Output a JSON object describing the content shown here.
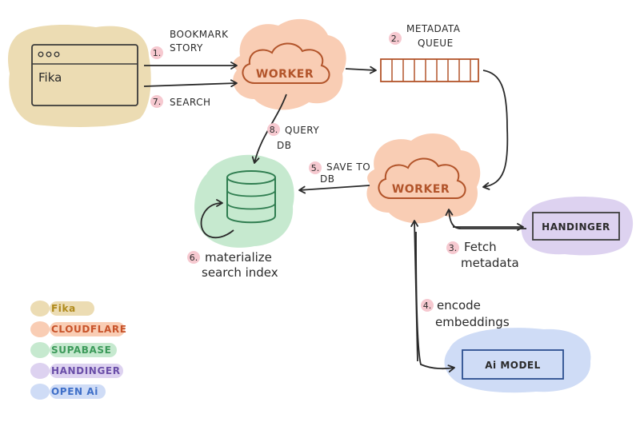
{
  "app": {
    "title": "Fika"
  },
  "nodes": {
    "worker_top": {
      "label": "WORKER"
    },
    "worker_mid": {
      "label": "WORKER"
    },
    "handinger": {
      "label": "HANDINGER"
    },
    "ai_model": {
      "label": "Ai MODEL"
    }
  },
  "steps": [
    {
      "num": "1.",
      "lines": [
        "BOOKMARK",
        "STORY"
      ]
    },
    {
      "num": "2.",
      "lines": [
        "METADATA",
        "QUEUE"
      ]
    },
    {
      "num": "3.",
      "lines": [
        "Fetch",
        "metadata"
      ]
    },
    {
      "num": "4.",
      "lines": [
        "encode",
        "embeddings"
      ]
    },
    {
      "num": "5.",
      "lines": [
        "SAVE TO",
        "DB"
      ]
    },
    {
      "num": "6.",
      "lines": [
        "materialize",
        "search index"
      ]
    },
    {
      "num": "7.",
      "lines": [
        "SEARCH"
      ]
    },
    {
      "num": "8.",
      "lines": [
        "QUERY",
        "DB"
      ]
    }
  ],
  "legend": [
    {
      "label": "Fika",
      "bubble": "#ecdcb3",
      "text": "#b08a1c"
    },
    {
      "label": "CLOUDFLARE",
      "bubble": "#f9cdb4",
      "text": "#c8532a"
    },
    {
      "label": "SUPABASE",
      "bubble": "#c6e9cf",
      "text": "#3c9a5a"
    },
    {
      "label": "HANDINGER",
      "bubble": "#ddd2f0",
      "text": "#6a4ea8"
    },
    {
      "label": "OPEN Ai",
      "bubble": "#cfdcf6",
      "text": "#3f6fc8"
    }
  ],
  "colors": {
    "fika": "#ecdcb3",
    "cloudflare": "#f9cdb4",
    "supabase": "#c6e9cf",
    "handinger": "#ddd2f0",
    "openai": "#cfdcf6",
    "step_dot": "#f6c9d0",
    "ink": "#2a2a2a",
    "worker_stroke": "#b2542a",
    "db_stroke": "#2f7d50",
    "queue_stroke": "#b2542a",
    "handinger_stroke": "#3d3d3d",
    "ai_stroke": "#2c4f8f"
  }
}
